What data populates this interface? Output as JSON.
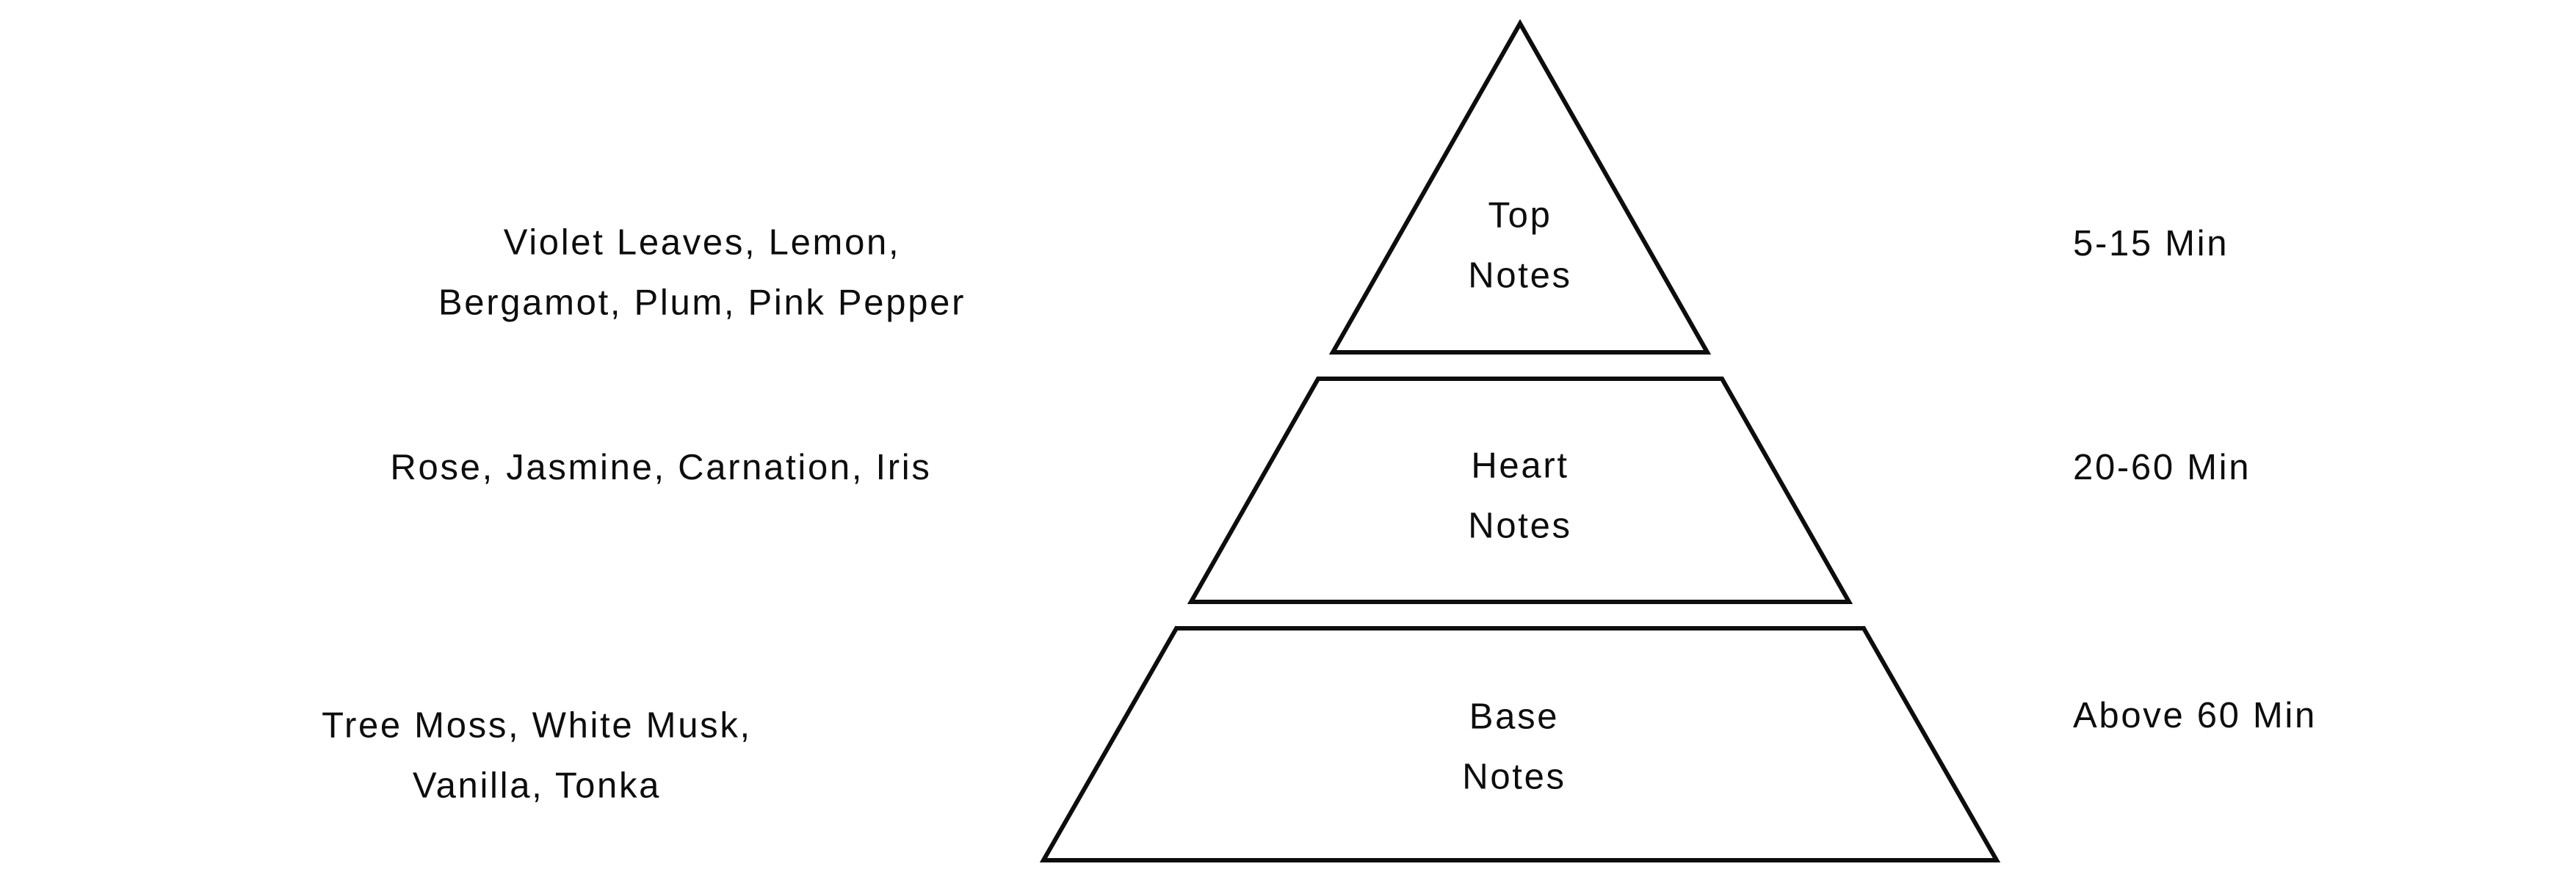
{
  "pyramid": {
    "tiers": [
      {
        "id": "top-notes",
        "label": "Top\nNotes",
        "ingredients": "Violet Leaves, Lemon,\nBergamot, Plum, Pink Pepper",
        "duration": "5-15 Min"
      },
      {
        "id": "heart-notes",
        "label": "Heart\nNotes",
        "ingredients": "Rose, Jasmine, Carnation, Iris",
        "duration": "20-60 Min"
      },
      {
        "id": "base-notes",
        "label": "Base\nNotes",
        "ingredients": "Tree Moss, White Musk,\nVanilla, Tonka",
        "duration": "Above 60 Min"
      }
    ]
  },
  "colors": {
    "background": "#ffffff",
    "shape_fill": "#ffffff",
    "stroke": "#0d0d0d",
    "text": "#0d0d0d"
  }
}
